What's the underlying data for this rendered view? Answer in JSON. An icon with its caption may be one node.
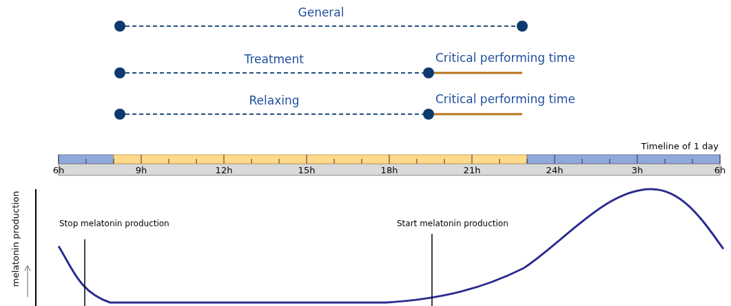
{
  "diagram": {
    "nodes": [
      {
        "text": [],
        "shape": "circle"
      },
      {
        "text": [],
        "shape": "circle"
      },
      {
        "text": [],
        "shape": "circle"
      },
      {
        "text": [],
        "shape": "circle"
      },
      {
        "text": [],
        "shape": "circle"
      },
      {
        "text": [],
        "shape": "circle"
      }
    ],
    "edges": [
      {
        "from": 0,
        "to": 1,
        "arrow": "none",
        "style": "dashed",
        "label": "General"
      },
      {
        "from": 2,
        "to": 3,
        "arrow": "none",
        "style": "dashed",
        "label": "Treatment"
      },
      {
        "from": 3,
        "to": null,
        "arrow": "none",
        "color": "#b8721c",
        "label": "Critical performing time"
      },
      {
        "from": 4,
        "to": 5,
        "arrow": "none",
        "style": "dashed",
        "label": "Relaxing"
      },
      {
        "from": 5,
        "to": null,
        "arrow": "none",
        "color": "#b8721c",
        "label": "Critical performing time"
      }
    ],
    "labels": [
      "Timeline of 1 day",
      "6h",
      "9h",
      "12h",
      "15h",
      "18h",
      "21h",
      "24h",
      "3h",
      "6h",
      "melatonin production",
      "Stop melatonin production",
      "Start melatonin production"
    ]
  }
}
